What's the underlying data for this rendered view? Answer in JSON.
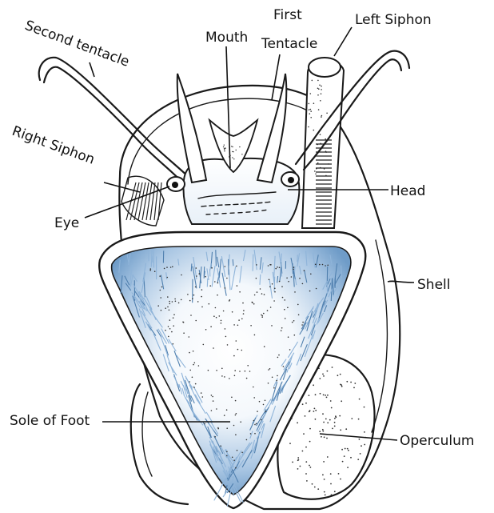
{
  "labels": {
    "second_tentacle": "Second tentacle",
    "mouth": "Mouth",
    "first_tentacle_line1": "First",
    "first_tentacle_line2": "Tentacle",
    "left_siphon": "Left Siphon",
    "right_siphon": "Right Siphon",
    "eye": "Eye",
    "head": "Head",
    "shell": "Shell",
    "sole_of_foot": "Sole of Foot",
    "operculum": "Operculum"
  },
  "colors": {
    "ink": "#1a1a1a",
    "foot_blue": "#8fb4d9",
    "foot_blue_light": "#cfe0f0",
    "background": "#ffffff"
  }
}
